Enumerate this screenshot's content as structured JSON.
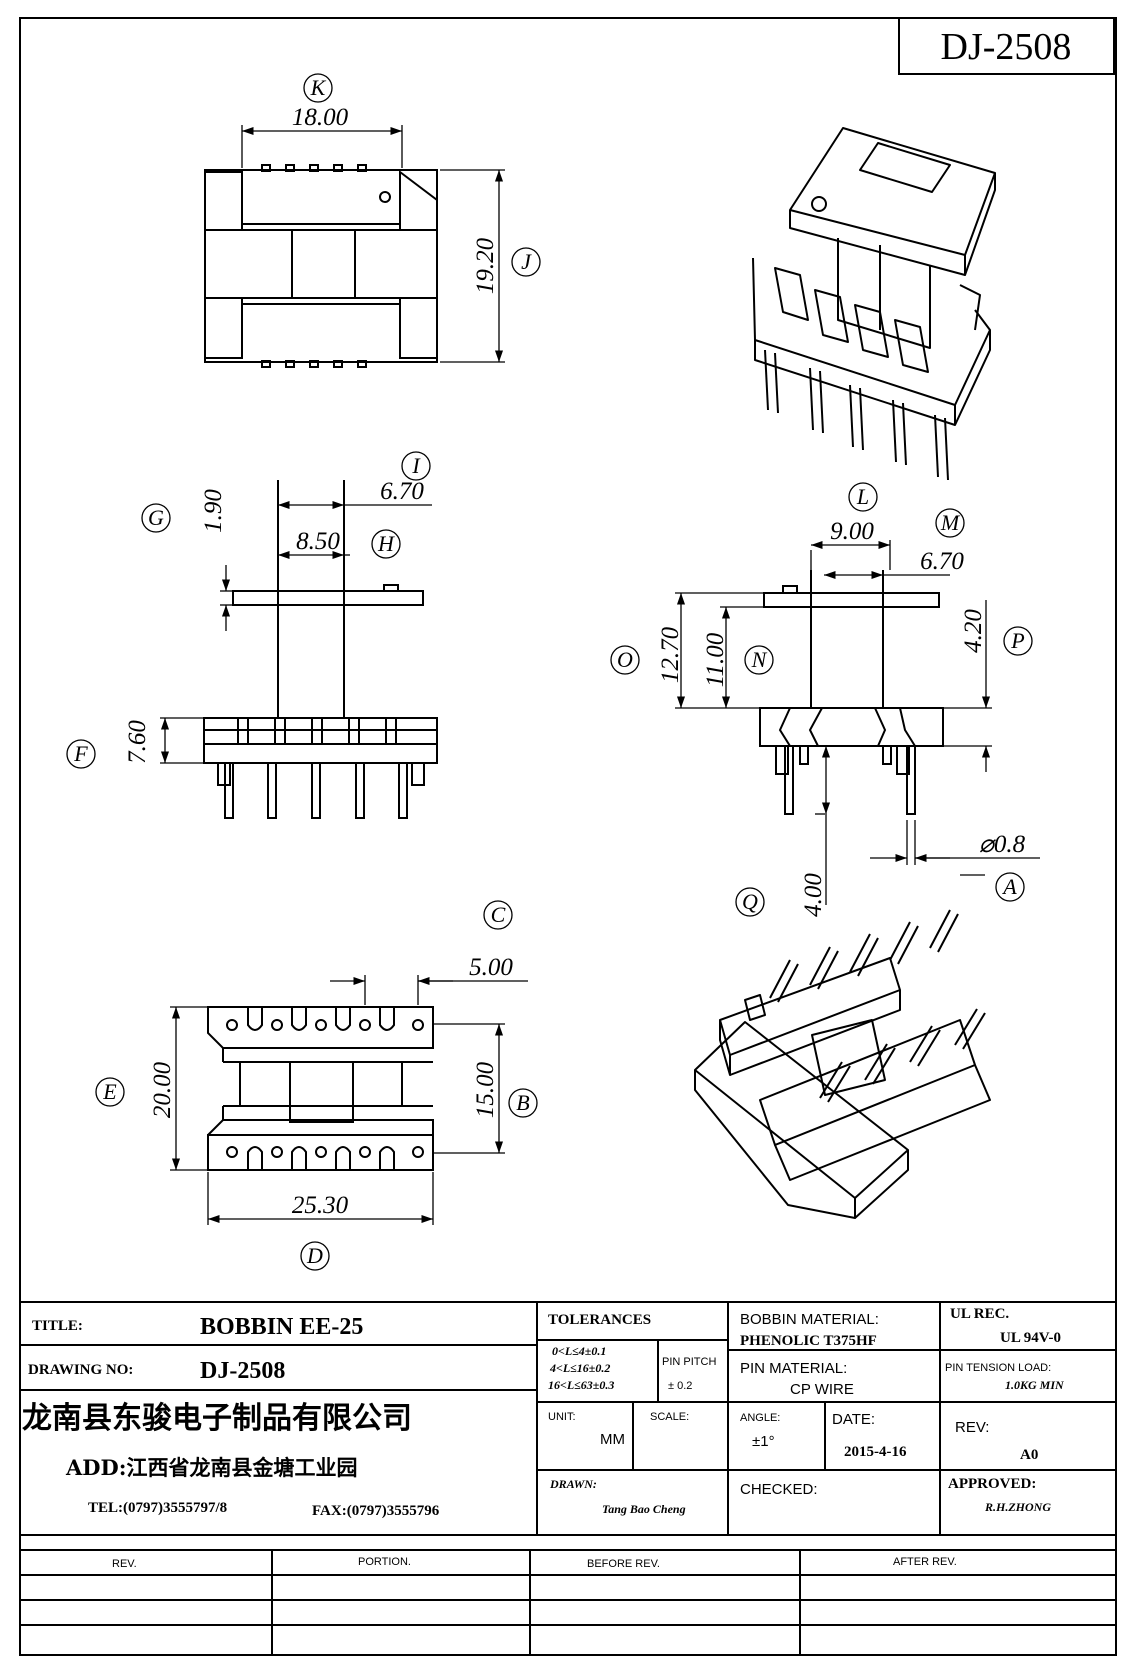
{
  "drawing_number_box": "DJ-2508",
  "dimensions": {
    "top_view": {
      "width": "18.00",
      "width_ref": "K",
      "height": "19.20",
      "height_ref": "J"
    },
    "front_view": {
      "g_value": "1.90",
      "g_ref": "G",
      "i_value": "6.70",
      "i_ref": "I",
      "h_value": "8.50",
      "h_ref": "H",
      "f_value": "7.60",
      "f_ref": "F"
    },
    "side_view": {
      "l_value": "9.00",
      "l_ref": "L",
      "m_value": "6.70",
      "m_ref": "M",
      "o_value": "12.70",
      "o_ref": "O",
      "n_value": "11.00",
      "n_ref": "N",
      "p_value": "4.20",
      "p_ref": "P",
      "a_value": "⌀0.8",
      "a_ref": "A",
      "q_value": "4.00",
      "q_ref": "Q"
    },
    "bottom_view": {
      "c_value": "5.00",
      "c_ref": "C",
      "e_value": "20.00",
      "e_ref": "E",
      "b_value": "15.00",
      "b_ref": "B",
      "d_value": "25.30",
      "d_ref": "D"
    }
  },
  "title_block": {
    "title_label": "TITLE:",
    "title_value": "BOBBIN EE-25",
    "drawing_no_label": "DRAWING NO:",
    "drawing_no_value": "DJ-2508",
    "company_name": "龙南县东骏电子制品有限公司",
    "address": "ADD:江西省龙南县金塘工业园",
    "tel": "TEL:(0797)3555797/8",
    "fax": "FAX:(0797)3555796",
    "tolerances_label": "TOLERANCES",
    "tol_line1": "0<L≤4±0.1",
    "tol_line2": "4<L≤16±0.2",
    "tol_line3": "16<L≤63±0.3",
    "pin_pitch_label": "PIN PITCH",
    "pin_pitch_value": "± 0.2",
    "unit_label": "UNIT:",
    "unit_value": "MM",
    "scale_label": "SCALE:",
    "drawn_label": "DRAWN:",
    "drawn_value": "Tang Bao Cheng",
    "bobbin_material_label": "BOBBIN MATERIAL:",
    "bobbin_material_value": "PHENOLIC   T375HF",
    "pin_material_label": "PIN MATERIAL:",
    "pin_material_value": "CP WIRE",
    "angle_label": "ANGLE:",
    "angle_value": "±1°",
    "date_label": "DATE:",
    "date_value": "2015-4-16",
    "checked_label": "CHECKED:",
    "ul_rec_label": "UL REC.",
    "ul_rec_value": "UL  94V-0",
    "pin_tension_label": "PIN TENSION LOAD:",
    "pin_tension_value": "1.0KG MIN",
    "rev_label": "REV:",
    "rev_value": "A0",
    "approved_label": "APPROVED:",
    "approved_value": "R.H.ZHONG"
  },
  "revision_table": {
    "headers": [
      "REV.",
      "PORTION.",
      "BEFORE REV.",
      "AFTER REV."
    ]
  }
}
